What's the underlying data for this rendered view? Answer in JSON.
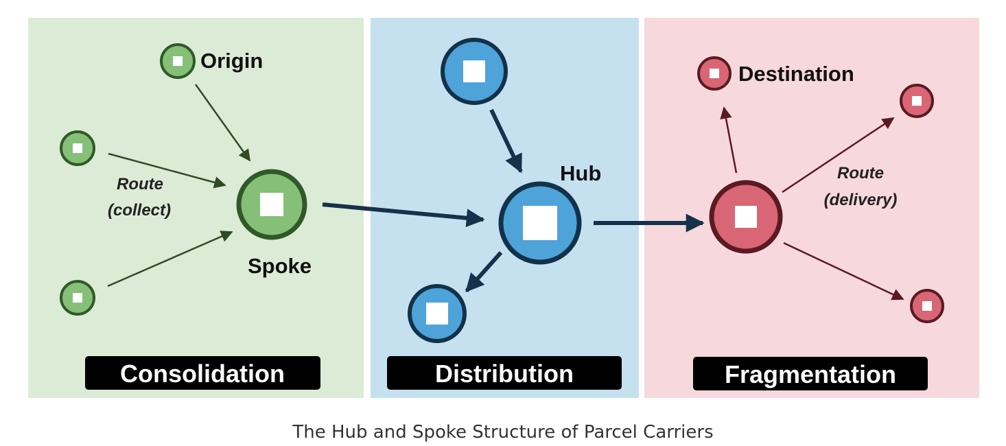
{
  "panels": [
    {
      "id": "consolidation",
      "label": "Consolidation"
    },
    {
      "id": "distribution",
      "label": "Distribution"
    },
    {
      "id": "fragmentation",
      "label": "Fragmentation"
    }
  ],
  "labels": {
    "origin": "Origin",
    "spoke": "Spoke",
    "hub": "Hub",
    "destination": "Destination",
    "route_collect_1": "Route",
    "route_collect_2": "(collect)",
    "route_delivery_1": "Route",
    "route_delivery_2": "(delivery)"
  },
  "caption": "The Hub and Spoke Structure of Parcel Carriers",
  "colors": {
    "consolidation_bg": "#dcebd6",
    "distribution_bg": "#c5e1f0",
    "fragmentation_bg": "#f6d8dd",
    "green_fill": "#86bf78",
    "green_stroke": "#2f5a27",
    "blue_fill": "#4ea3d9",
    "blue_stroke": "#123249",
    "red_fill": "#d96675",
    "red_stroke": "#5a1a22",
    "label_bg": "#000000"
  }
}
